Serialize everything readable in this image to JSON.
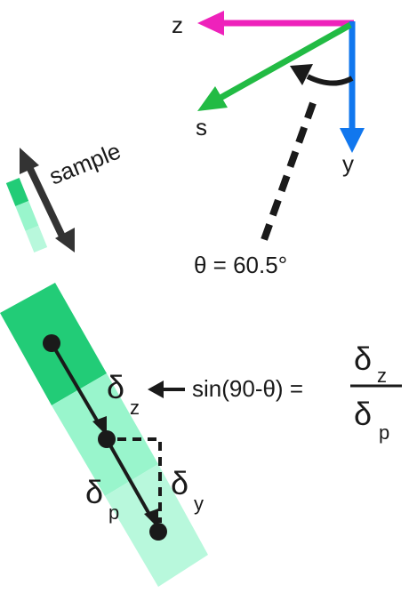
{
  "axes": {
    "z_label": "z",
    "s_label": "s",
    "y_label": "y",
    "colors": {
      "z": "#ee22bb",
      "s": "#22bb44",
      "y": "#1177ee"
    }
  },
  "sample": {
    "label": "sample",
    "colors": {
      "dark": "#22cc77",
      "light": "#99f5cc"
    }
  },
  "angle": {
    "label": "θ = 60.5°"
  },
  "delta": {
    "symbol": "δ",
    "z_sub": "z",
    "p_sub": "p",
    "y_sub": "y"
  },
  "equation": {
    "lhs": "sin(90-θ) =",
    "num_symbol": "δ",
    "num_sub": "z",
    "den_symbol": "δ",
    "den_sub": "p"
  }
}
